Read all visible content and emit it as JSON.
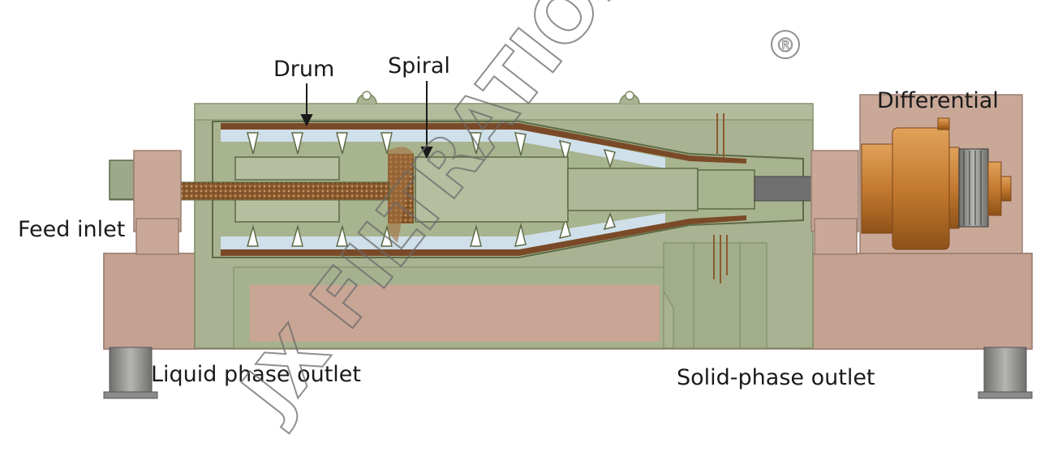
{
  "labels": {
    "drum": "Drum",
    "spiral": "Spiral",
    "differential": "Differential",
    "feed_inlet": "Feed inlet",
    "liquid_outlet": "Liquid phase outlet",
    "solid_outlet": "Solid-phase outlet"
  },
  "watermark": {
    "text": "JX FILTRATION",
    "mark": "®"
  },
  "colors": {
    "frame_green": "#a9b393",
    "frame_green_dark": "#7c8a60",
    "base_tan": "#c9a898",
    "base_tan_dark": "#b08f80",
    "sludge_brown": "#7a4a28",
    "liquid_blue": "#cfe0ea",
    "copper": "#c8823a",
    "steel": "#8a8a88"
  }
}
